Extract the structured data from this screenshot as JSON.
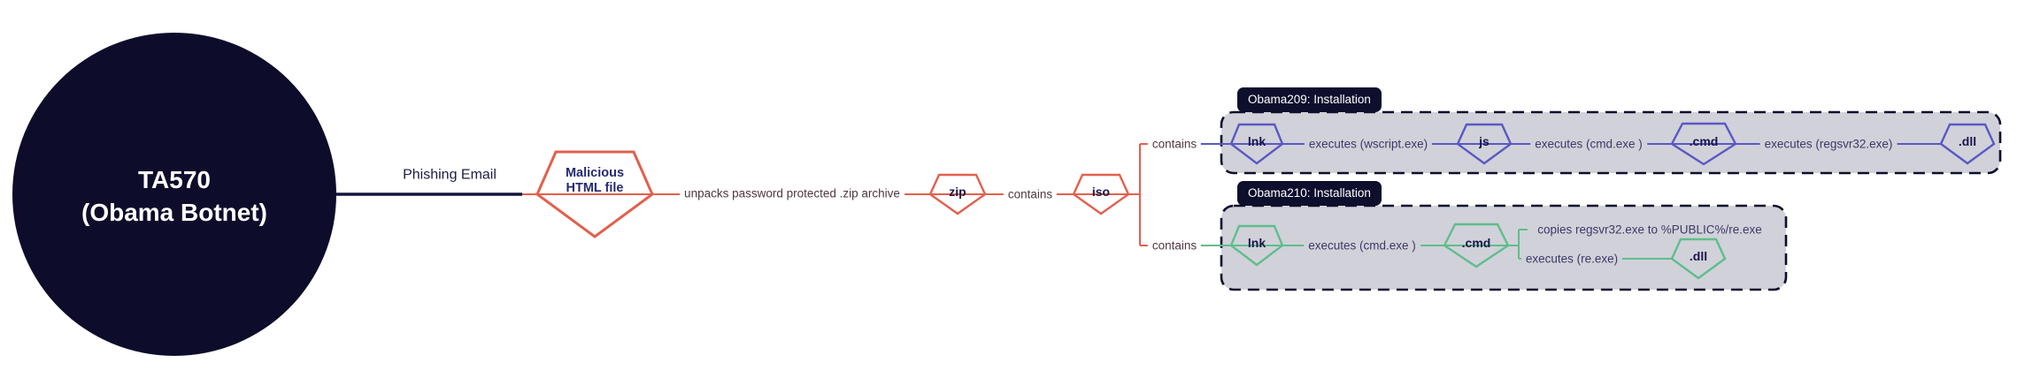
{
  "colors": {
    "navy": "#0e0e2d",
    "salmon": "#e2604e",
    "purple": "#5a58c4",
    "green": "#5fbe8b",
    "group_fill": "#d1d1d9",
    "diamond_label": "#17174b"
  },
  "actor": {
    "line1": "TA570",
    "line2": "(Obama Botnet)"
  },
  "delivery": {
    "phishing_label": "Phishing Email",
    "html_node_line1": "Malicious",
    "html_node_line2": "HTML file",
    "unpacks_label": "unpacks password protected .zip archive",
    "zip_node": "zip",
    "contains_zip_iso": "contains",
    "iso_node": "iso",
    "contains_top": "contains",
    "contains_bottom": "contains"
  },
  "groups": [
    {
      "title": "Obama209: Installation",
      "nodes": {
        "lnk": "lnk",
        "js": "js",
        "cmd": ".cmd",
        "dll": ".dll"
      },
      "edges": {
        "lnk_js": "executes (wscript.exe)",
        "js_cmd": "executes (cmd.exe )",
        "cmd_dll": "executes (regsvr32.exe)"
      }
    },
    {
      "title": "Obama210: Installation",
      "nodes": {
        "lnk": "lnk",
        "cmd": ".cmd",
        "dll": ".dll"
      },
      "edges": {
        "lnk_cmd": "executes (cmd.exe )",
        "cmd_copy": "copies regsvr32.exe to %PUBLIC%/re.exe",
        "cmd_dll": "executes (re.exe)"
      }
    }
  ]
}
